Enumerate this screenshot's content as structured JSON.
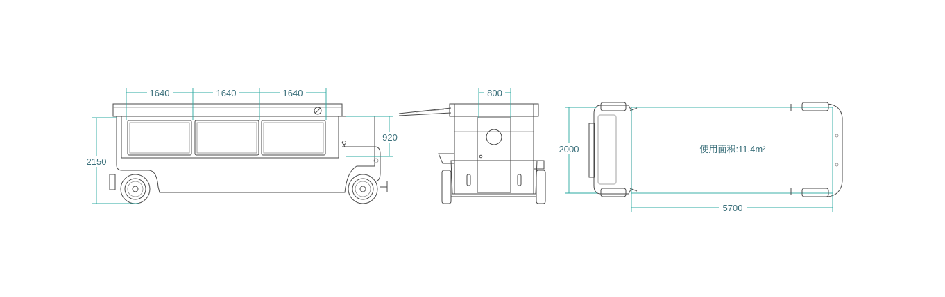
{
  "colors": {
    "dimension": "#2aa8a1",
    "dimension_text": "#3a6f7a",
    "outline": "#4a4a4a"
  },
  "side_view": {
    "segment_1": "1640",
    "segment_2": "1640",
    "segment_3": "1640",
    "height": "2150",
    "cabin_height": "920"
  },
  "rear_view": {
    "width": "800"
  },
  "top_view": {
    "width": "2000",
    "length": "5700",
    "area_label": "使用面积:11.4m²"
  }
}
